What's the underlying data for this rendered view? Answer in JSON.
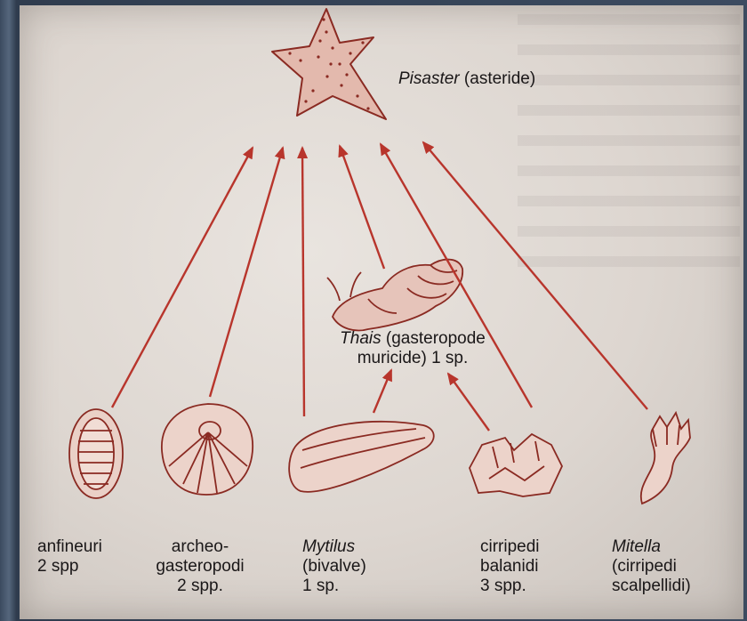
{
  "predator": {
    "genus": "Pisaster",
    "desc": " (asteride)"
  },
  "intermediate": {
    "genus": "Thais",
    "desc_line1": " (gasteropode",
    "desc_line2": "muricide) 1 sp."
  },
  "prey": [
    {
      "line1": "anfineuri",
      "line2": "2 spp",
      "line3": ""
    },
    {
      "line1": "archeo-",
      "line2": "gasteropodi",
      "line3": "2 spp."
    },
    {
      "line1": "Mytilus",
      "line2": "(bivalve)",
      "line3": "1 sp."
    },
    {
      "line1": "cirripedi",
      "line2": "balanidi",
      "line3": "3 spp."
    },
    {
      "line1": "Mitella",
      "line2": "(cirripedi",
      "line3": "scalpellidi)"
    }
  ],
  "colors": {
    "arrow": "#b8352c",
    "ink": "#8a2a22",
    "text": "#1a1718"
  }
}
